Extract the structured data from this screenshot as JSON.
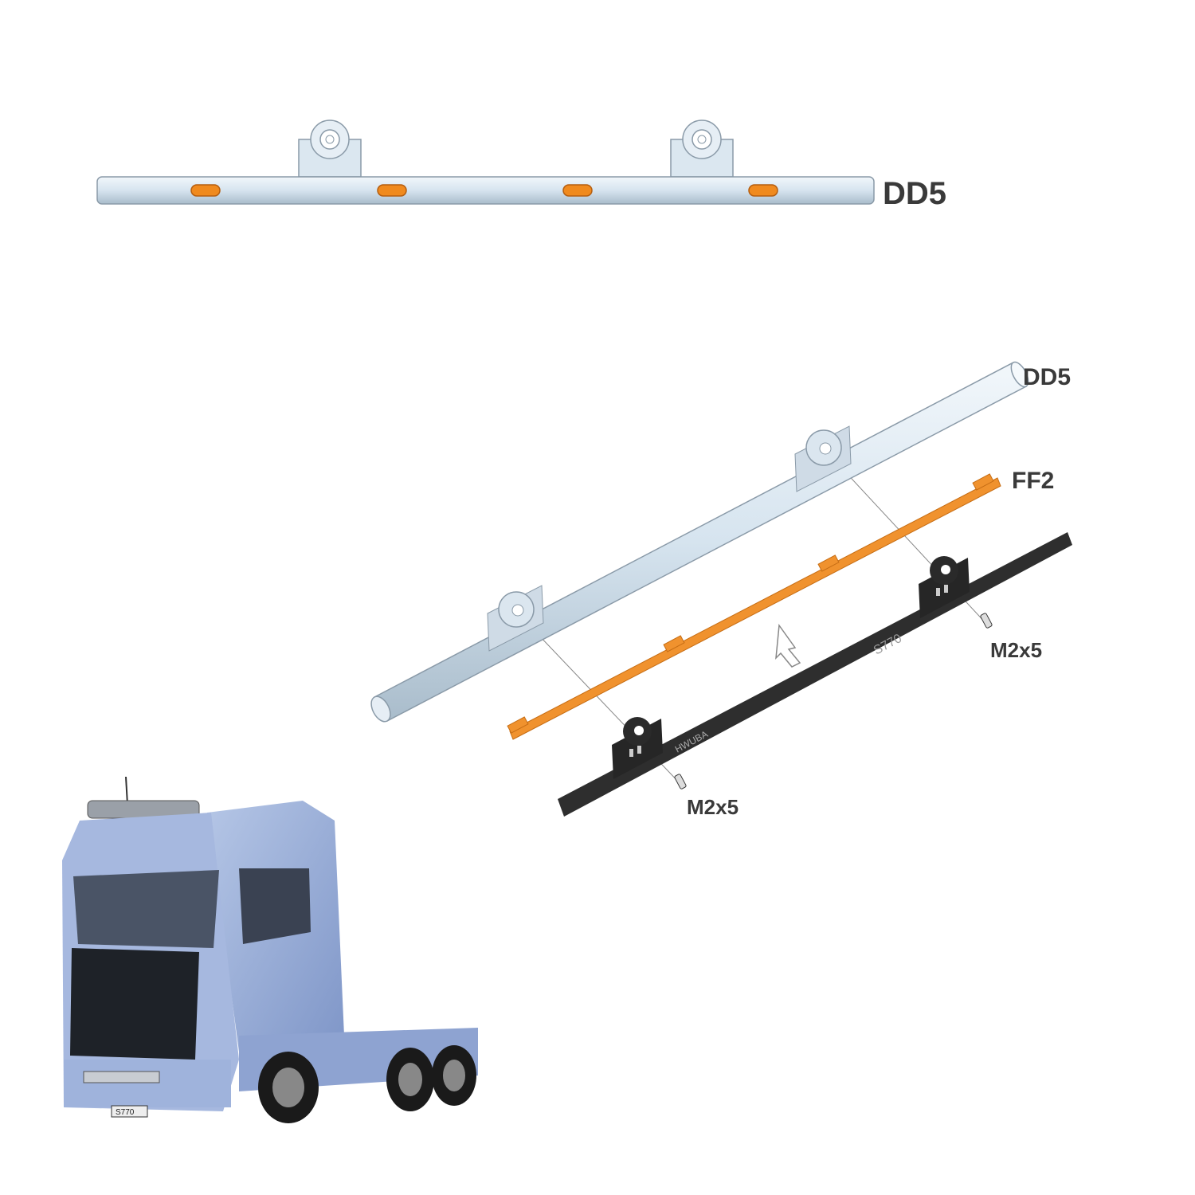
{
  "top_view": {
    "part_label": "DD5"
  },
  "exploded_view": {
    "rod_label": "DD5",
    "strip_label": "FF2",
    "screw_right_label": "M2x5",
    "screw_left_label": "M2x5",
    "base_model_text": "S770",
    "base_logo_text": "HWUBA"
  },
  "truck": {
    "plate_text": "S770"
  },
  "colors": {
    "rod": "#dce8f2",
    "light": "#f08a1e",
    "strip": "#f0922e",
    "base": "#2e2e2e",
    "truck": "#9fb3dc"
  }
}
